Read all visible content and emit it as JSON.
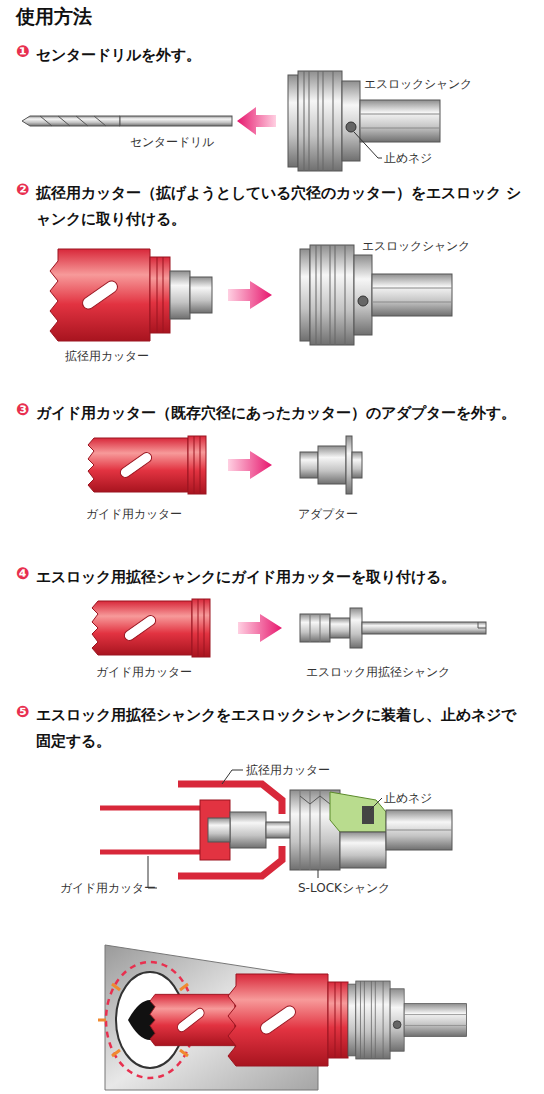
{
  "diagram": {
    "title": "使用方法",
    "labels": [
      "❶",
      "センタードリルを外す。",
      "エスロックシャンク",
      "センタードリル",
      "止めネジ",
      "❷",
      "拡径用カッター（拡げようとしている穴径のカッター）をエスロック シャンクに取り付ける。",
      "エスロックシャンク",
      "拡径用カッター",
      "❸",
      "ガイド用カッター（既存穴径にあったカッター）のアダプターを外す。",
      "ガイド用カッター",
      "アダプター",
      "❹",
      "エスロック用拡径シャンクにガイド用カッターを取り付ける。",
      "ガイド用カッター",
      "エスロック用拡径シャンク",
      "❺",
      "エスロック用拡径シャンクをエスロックシャンクに装着し、止めネジで 固定する。",
      "拡径用カッター",
      "止めネジ",
      "ガイド用カッター",
      "S-LOCKシャンク"
    ]
  }
}
